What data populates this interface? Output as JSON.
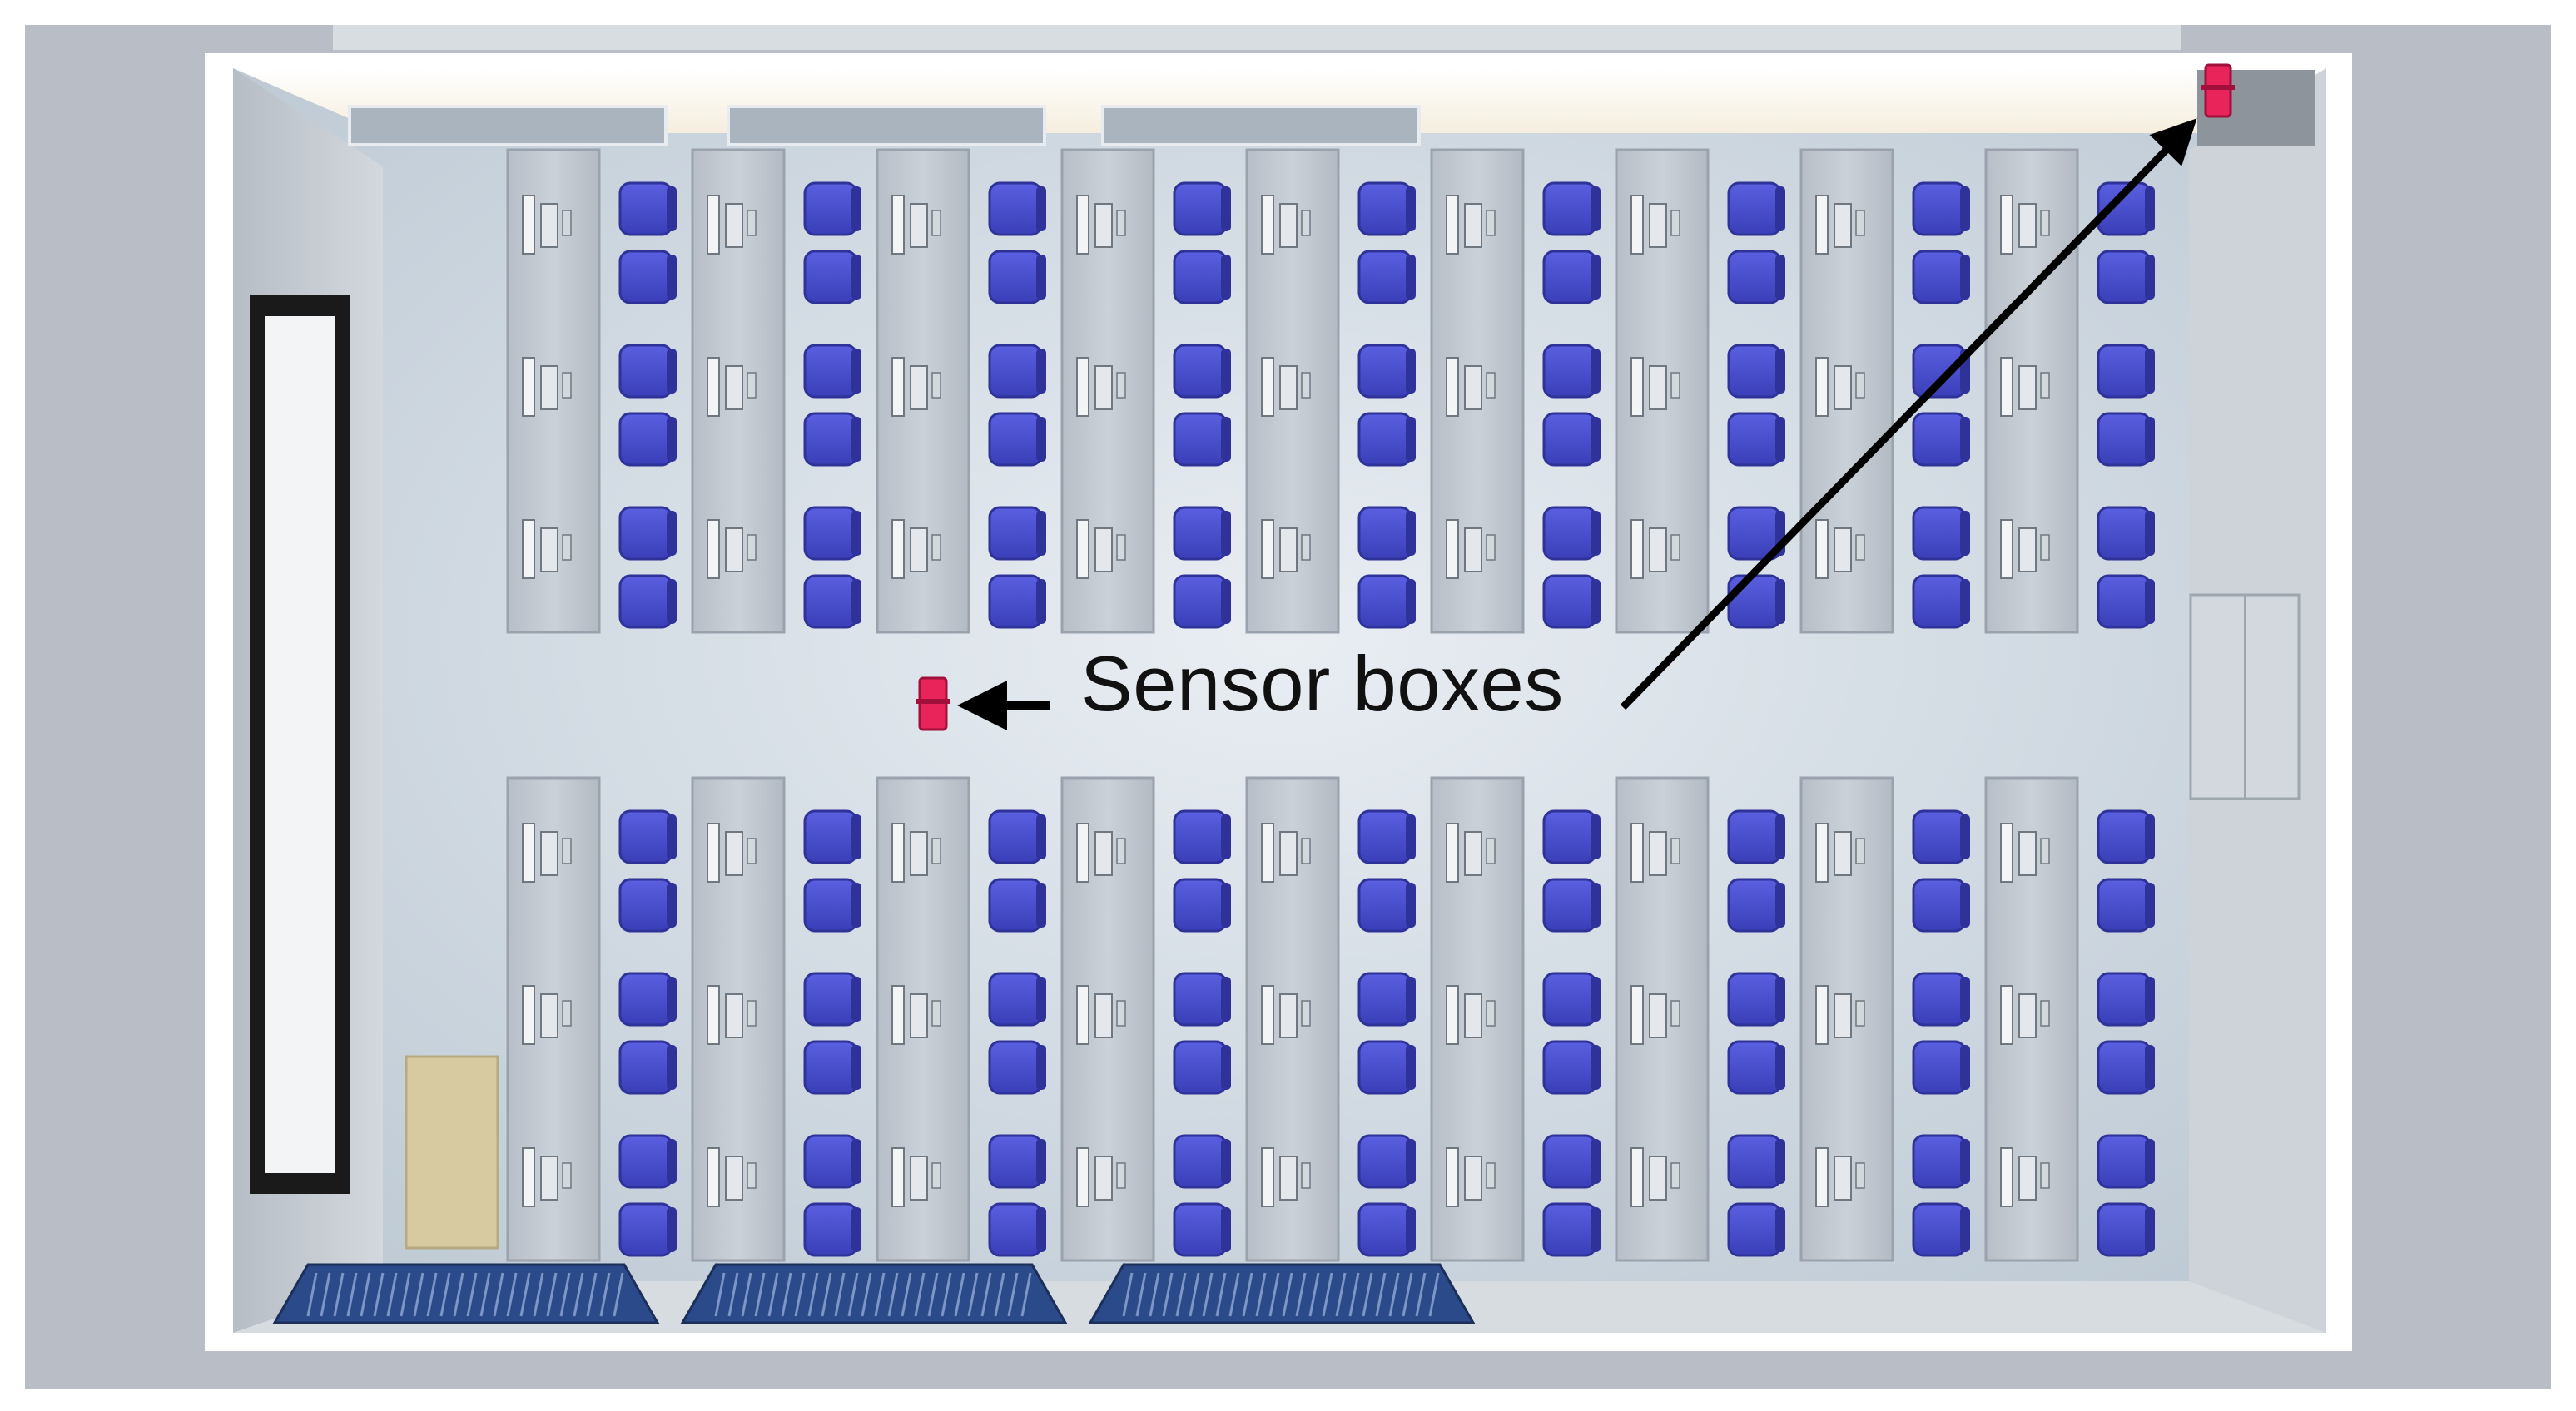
{
  "annotation": {
    "label": "Sensor boxes"
  },
  "layout": {
    "desk_columns_per_row": 9,
    "desk_rows": 2,
    "workstations_per_desk": 3,
    "chairs_per_desk": 6,
    "sensor_box_count": 2,
    "doormats": 3
  },
  "colors": {
    "background": "#ffffff",
    "outer_wall": "#b9bec6",
    "wall_top": "#f4f5f6",
    "floor": "#c7d2dc",
    "floor_glow": "#e6ecf1",
    "left_wall": "#c9ced4",
    "desk": "#c2c8d0",
    "desk_edge": "#9aa2ad",
    "chair": "#4a4fcf",
    "chair_dark": "#2f3399",
    "sensor_box": "#e8245a",
    "whiteboard_frame": "#1a1a1a",
    "whiteboard": "#f3f4f6",
    "cabinet": "#d8caa0",
    "rug": "#2a4a8a",
    "arrow": "#000000",
    "text": "#111111"
  }
}
